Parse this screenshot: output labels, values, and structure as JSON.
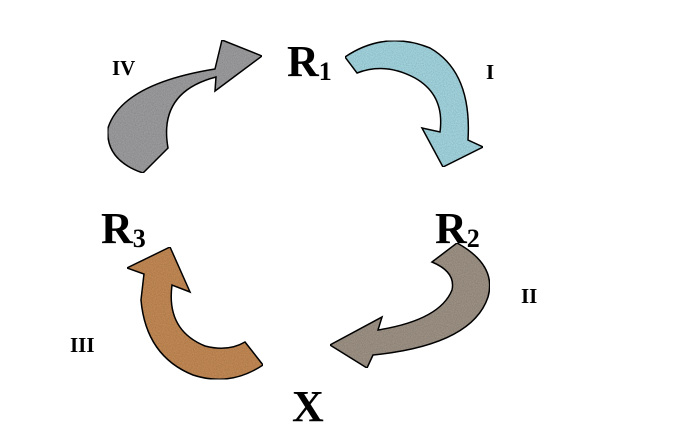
{
  "nodes": {
    "r1": {
      "main": "R",
      "sub": "1"
    },
    "r2": {
      "main": "R",
      "sub": "2"
    },
    "r3": {
      "main": "R",
      "sub": "3"
    },
    "x": {
      "main": "X"
    }
  },
  "steps": {
    "i": "I",
    "ii": "II",
    "iii": "III",
    "iv": "IV"
  },
  "colors": {
    "arrow_i": "#a8dce6",
    "arrow_ii": "#a39789",
    "arrow_iii": "#c98e58",
    "arrow_iv": "#a2a2a4",
    "outline": "#111111"
  }
}
